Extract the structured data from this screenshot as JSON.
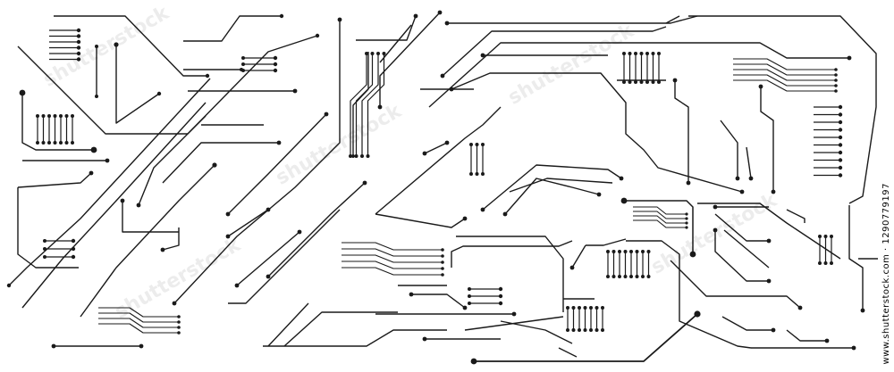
{
  "image": {
    "subject": "circuit board traces",
    "stroke_color": "#1a1a1a",
    "background_color": "#ffffff"
  },
  "stock_id": "www.shutterstock.com · 1290779197",
  "watermark": "shutterstock"
}
